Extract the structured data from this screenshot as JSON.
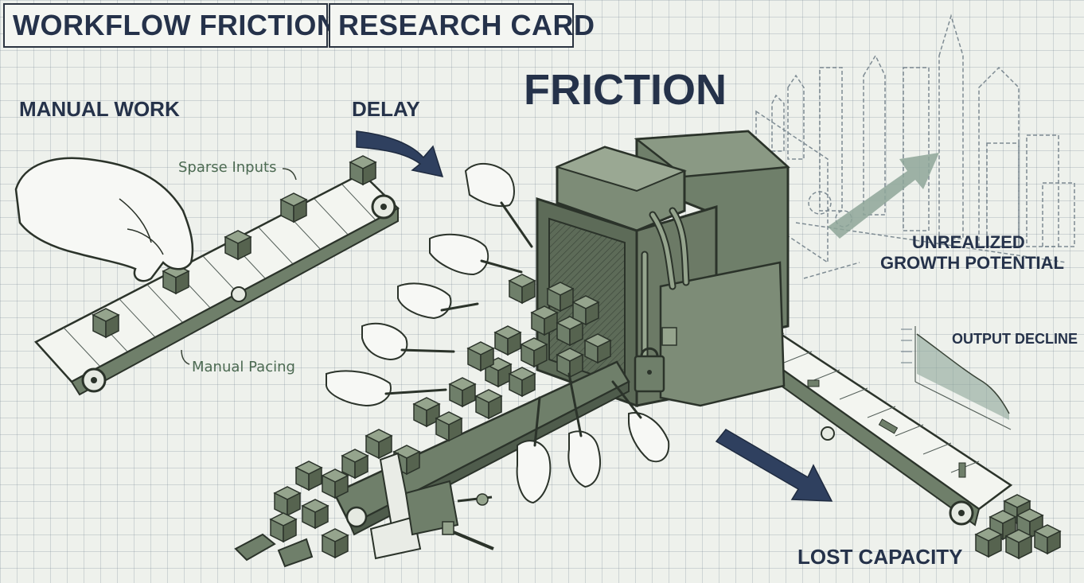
{
  "header": {
    "title_left": "WORKFLOW FRICTION",
    "title_right": "RESEARCH CARD"
  },
  "labels": {
    "main": "FRICTION",
    "manual_work": "MANUAL WORK",
    "delay": "DELAY",
    "sparse_inputs": "Sparse Inputs",
    "manual_pacing": "Manual Pacing",
    "unrealized_line1": "UNREALIZED",
    "unrealized_line2": "GROWTH POTENTIAL",
    "output_decline": "OUTPUT DECLINE",
    "lost_capacity": "LOST CAPACITY"
  },
  "colors": {
    "ink": "#25324a",
    "box_green": "#6f7f6a",
    "box_dark": "#4f5c4c",
    "arrow_navy": "#2f405f",
    "arrow_sage": "#8ea699",
    "background": "#eef1ec"
  }
}
